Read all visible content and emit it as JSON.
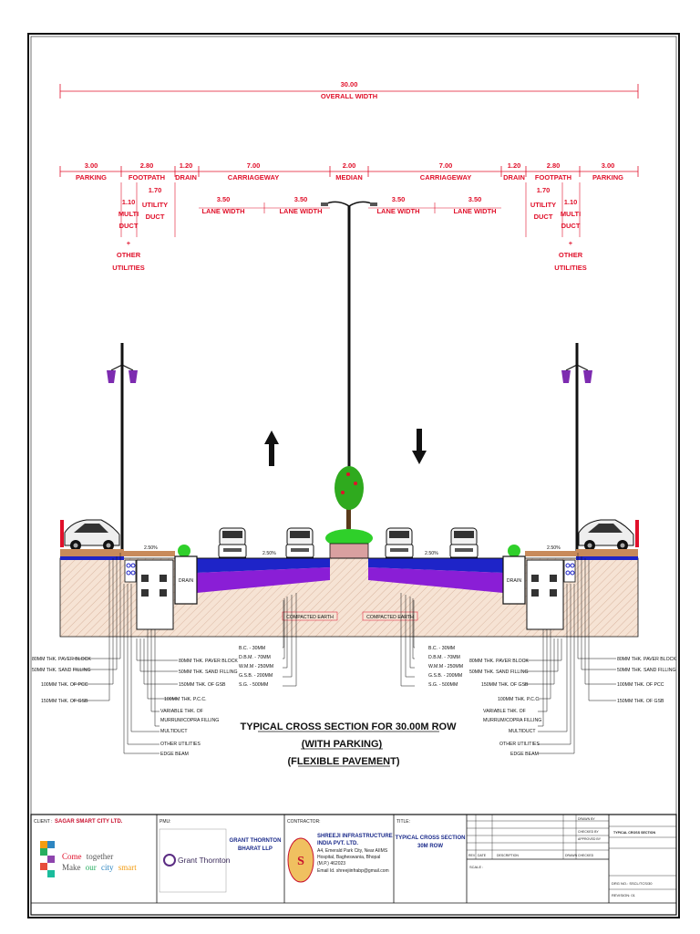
{
  "dimensions": {
    "overall_value": "30.00",
    "overall_label": "OVERALL WIDTH",
    "left": [
      {
        "value": "3.00",
        "label": "PARKING"
      },
      {
        "value": "2.80",
        "label": "FOOTPATH"
      },
      {
        "value": "1.20",
        "label": "DRAIN"
      },
      {
        "value": "7.00",
        "label": "CARRIAGEWAY"
      }
    ],
    "median": {
      "value": "2.00",
      "label": "MEDIAN"
    },
    "right": [
      {
        "value": "7.00",
        "label": "CARRIAGEWAY"
      },
      {
        "value": "1.20",
        "label": "DRAIN"
      },
      {
        "value": "2.80",
        "label": "FOOTPATH"
      },
      {
        "value": "3.00",
        "label": "PARKING"
      }
    ],
    "utility_duct": {
      "value": "1.70",
      "line1": "UTILITY",
      "line2": "DUCT"
    },
    "multi_duct": {
      "value": "1.10",
      "line1": "MULTI",
      "line2": "DUCT"
    },
    "plus": "+",
    "other_utilities": {
      "line1": "OTHER",
      "line2": "UTILITIES"
    },
    "lane": {
      "value": "3.50",
      "label": "LANE WIDTH"
    }
  },
  "section": {
    "compacted_earth": "COMPACTED EARTH",
    "drain_label": "DRAIN",
    "slope_small": "2.50%",
    "slope_road": "2.50%"
  },
  "pavement_layers": [
    "B.C.   - 30MM",
    "D.B.M. - 70MM",
    "W.M.M - 250MM",
    "G.S.B. - 200MM",
    "S.G.   - 500MM"
  ],
  "left_outer_labels": [
    "80MM THK. PAVER BLOCK",
    "50MM THK. SAND FILLING",
    "100MM THK. OF PCC",
    "150MM THK. OF GSB"
  ],
  "left_inner_labels": [
    "80MM THK. PAVER BLOCK",
    "50MM THK. SAND FILLING",
    "150MM THK. OF GSB",
    "100MM THK. P.C.C.",
    "VARIABLE THK. OF",
    "MURRUM/COPRA FILLING",
    "MULTIDUCT",
    "OTHER UTILITIES",
    "EDGE BEAM"
  ],
  "drawing_title": {
    "line1": "TYPICAL CROSS SECTION FOR 30.00M ROW",
    "line2": "(WITH PARKING)",
    "line3": "(FLEXIBLE PAVEMENT)"
  },
  "title_block": {
    "client_label": "CLIENT :",
    "client_name": "SAGAR SMART CITY LTD.",
    "slogan_come": "Come",
    "slogan_together": "together",
    "slogan_make": "Make",
    "slogan_our": "our",
    "slogan_city": "city",
    "slogan_smart": "smart",
    "pmu_label": "PMU:",
    "gt_logo": "Grant Thornton",
    "gt_name_1": "GRANT THORNTON",
    "gt_name_2": "BHARAT LLP",
    "contractor_label": "CONTRACTOR:",
    "contractor_1": "SHREEJI INFRASTRUCTURE",
    "contractor_2": "INDIA PVT. LTD.",
    "addr_1": "A4, Emerald Park City, Near AIIMS",
    "addr_2": "Hospital, Bagheswania, Bhopal",
    "addr_3": "(M.P.) 462023",
    "email": "Email Id. shreejiinfrabp@gmail.com",
    "title_label": "TITLE:",
    "title_1": "TYPICAL CROSS SECTION",
    "title_2": "30M ROW",
    "rev_hdr": [
      "REV",
      "DATE",
      "DESCRIPTION",
      "DRAWN",
      "CHECKED"
    ],
    "scale": "SCALE :",
    "drawn_by": "DRAWN BY",
    "checked_by": "CHECKED BY",
    "approved_by": "APPROVED BY",
    "drawing_name": "TYPICAL CROSS SECTION",
    "drg_no": "DRG NO.: SSCL/TCS/30",
    "revision": "REVISION: 01"
  },
  "colors": {
    "dimension_red": "#e0102a",
    "pavement_purple": "#8a1ed6",
    "sub_base_blue": "#1e24c8",
    "earth_hatch": "#f3dccb",
    "tree_green": "#2faa1e"
  }
}
